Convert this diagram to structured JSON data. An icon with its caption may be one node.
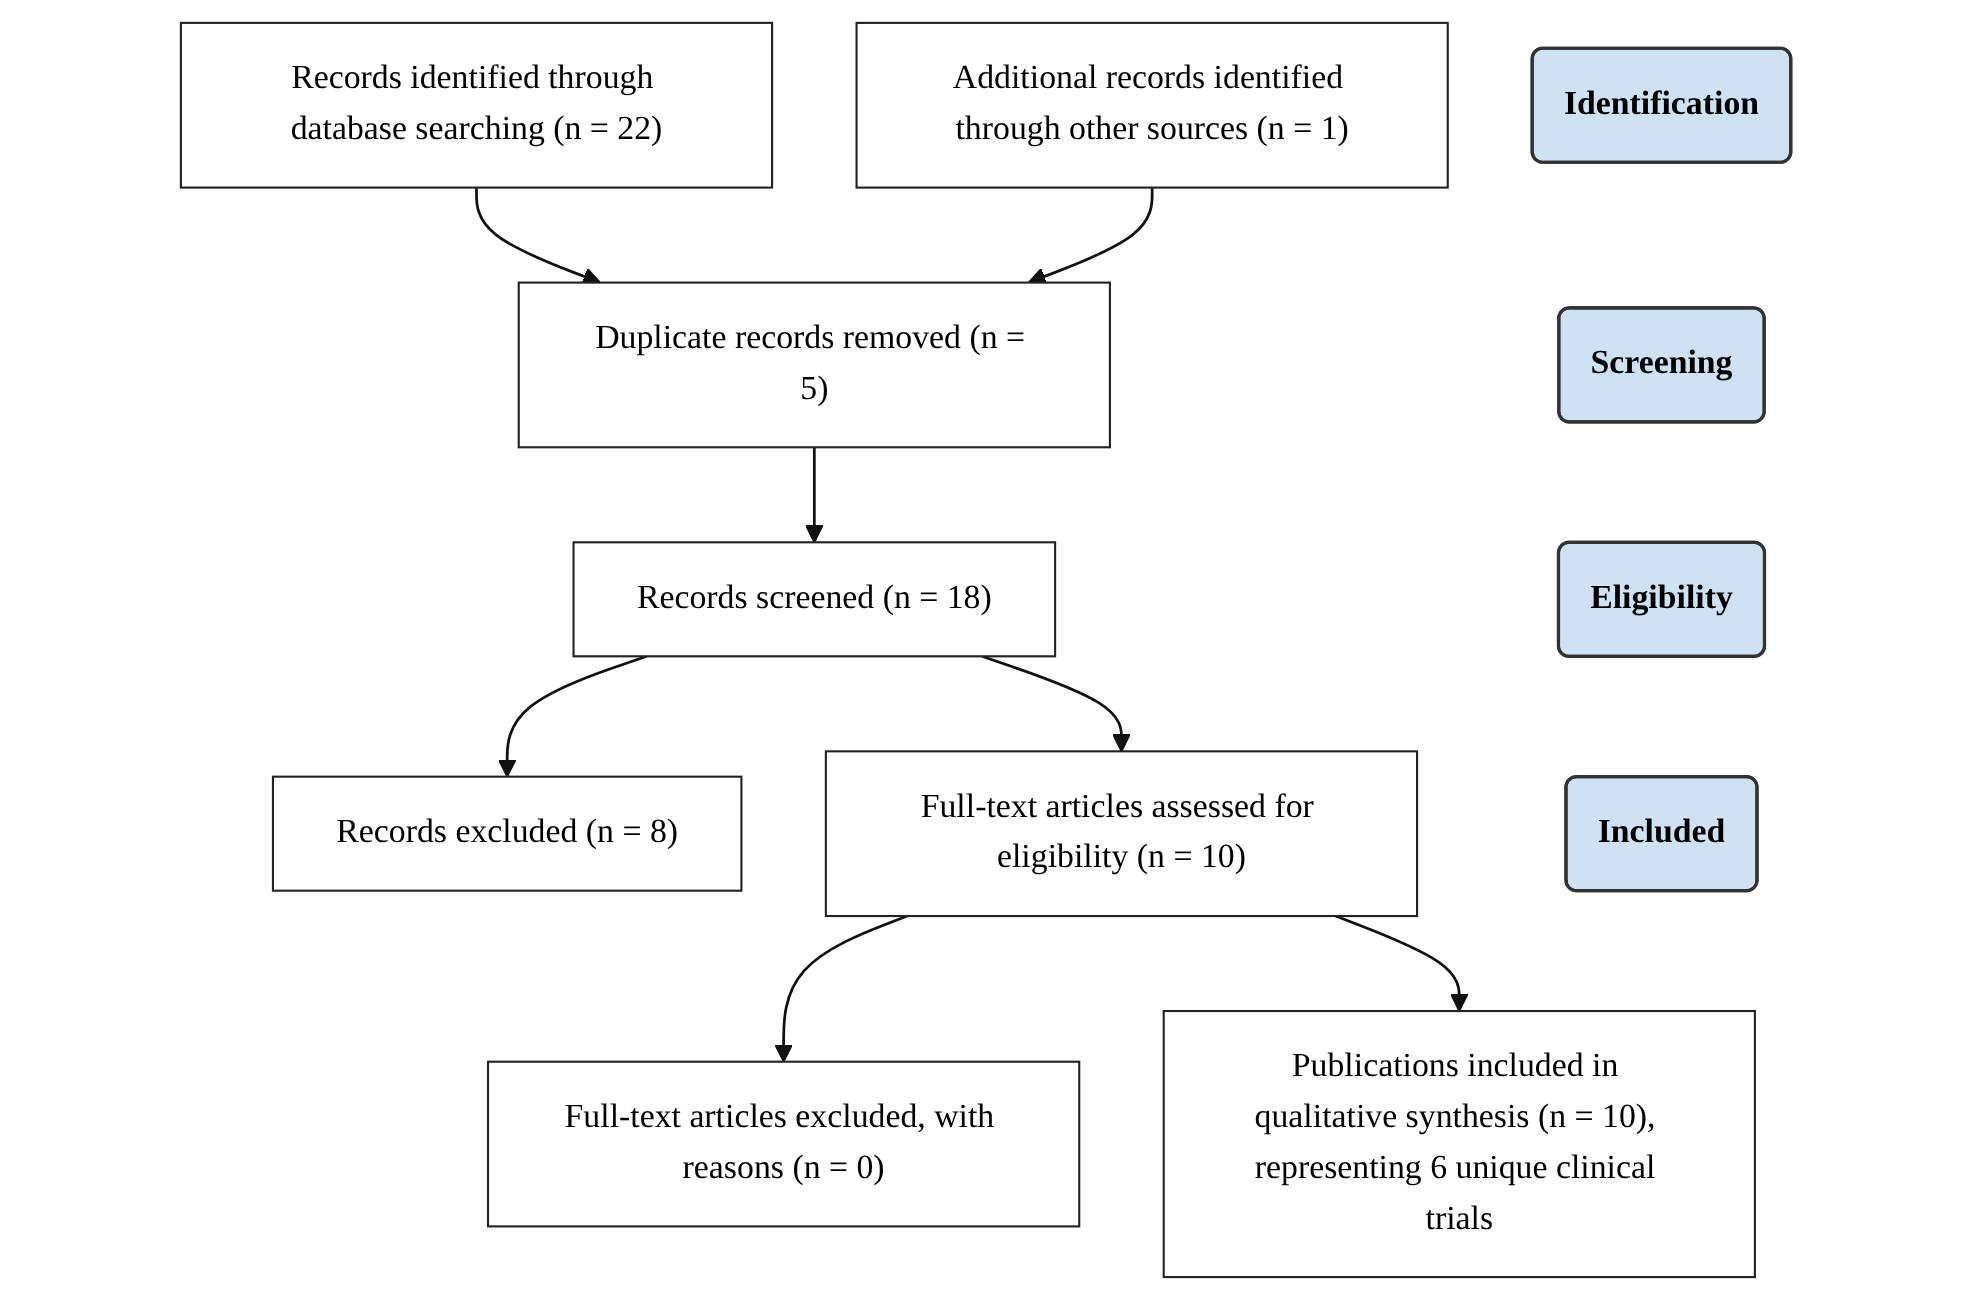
{
  "diagram": {
    "nodes": [
      {
        "text": [
          "Identification"
        ]
      },
      {
        "text": [
          "Records identified through database searching (n = 22)"
        ]
      },
      {
        "text": [
          "Additional records identified through other sources (n = 1)"
        ]
      },
      {
        "text": [
          "Screening"
        ]
      },
      {
        "text": [
          "Duplicate records removed (n = 5)"
        ]
      },
      {
        "text": [
          "Records screened (n = 18)"
        ]
      },
      {
        "text": [
          "Records excluded (n = 8)"
        ]
      },
      {
        "text": [
          "Eligibility"
        ]
      },
      {
        "text": [
          "Full-text articles assessed for eligibility (n = 10)"
        ]
      },
      {
        "text": [
          "Full-text articles excluded, with reasons (n = 0)"
        ]
      },
      {
        "text": [
          "Included"
        ]
      },
      {
        "text": [
          "Publications included in qualitative synthesis (n = 10), representing 6 unique clinical trials"
        ]
      }
    ],
    "edges": [
      {
        "from": 1,
        "to": 4,
        "arrow": "to"
      },
      {
        "from": 2,
        "to": 4,
        "arrow": "to"
      },
      {
        "from": 4,
        "to": 5,
        "arrow": "to"
      },
      {
        "from": 5,
        "to": 6,
        "arrow": "to"
      },
      {
        "from": 5,
        "to": 8,
        "arrow": "to"
      },
      {
        "from": 8,
        "to": 9,
        "arrow": "to"
      },
      {
        "from": 8,
        "to": 11,
        "arrow": "to"
      }
    ]
  }
}
